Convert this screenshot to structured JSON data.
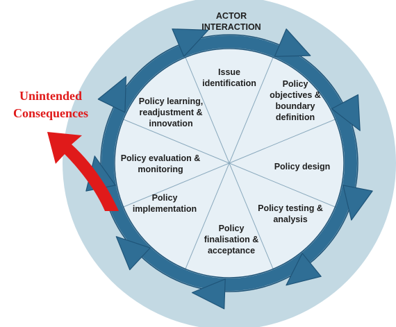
{
  "header": {
    "lines": [
      "ACTOR",
      "INTERACTION"
    ]
  },
  "unintended": {
    "lines": [
      "Unintended",
      "Consequences"
    ]
  },
  "segments": [
    {
      "id": "issue-identification",
      "lines": [
        "Issue",
        "identification"
      ]
    },
    {
      "id": "policy-objectives",
      "lines": [
        "Policy",
        "objectives &",
        "boundary",
        "definition"
      ]
    },
    {
      "id": "policy-design",
      "lines": [
        "Policy design"
      ]
    },
    {
      "id": "policy-testing",
      "lines": [
        "Policy testing &",
        "analysis"
      ]
    },
    {
      "id": "policy-finalisation",
      "lines": [
        "Policy",
        "finalisation &",
        "acceptance"
      ]
    },
    {
      "id": "policy-implementation",
      "lines": [
        "Policy",
        "implementation"
      ]
    },
    {
      "id": "policy-evaluation",
      "lines": [
        "Policy evaluation &",
        "monitoring"
      ]
    },
    {
      "id": "policy-learning",
      "lines": [
        "Policy learning,",
        "readjustment &",
        "innovation"
      ]
    }
  ],
  "colors": {
    "outer_disc": "#c3d9e3",
    "ring": "#2f6e95",
    "ring_dark": "#1f5478",
    "inner": "#e7f0f6",
    "spokes": "#8aa9bd",
    "red_arrow": "#e01a1a"
  }
}
